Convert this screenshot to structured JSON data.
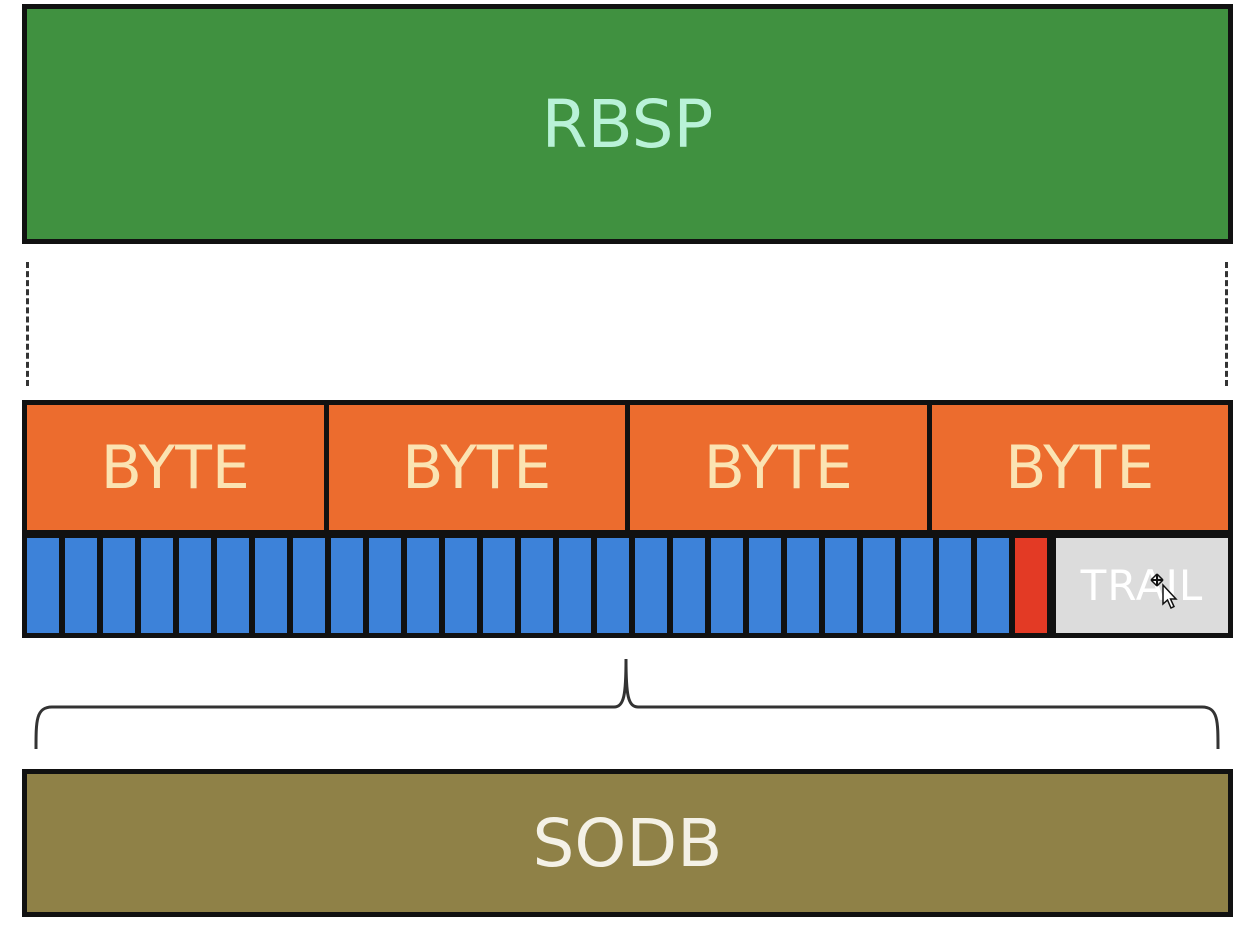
{
  "top_block": {
    "label": "RBSP",
    "color": "#409140"
  },
  "bytes": {
    "labels": [
      "BYTE",
      "BYTE",
      "BYTE",
      "BYTE"
    ],
    "color": "#ec6c2e"
  },
  "bits": {
    "data_bit_count": 26,
    "data_bit_color": "#3d82d9",
    "stop_bit_color": "#e33a25",
    "trail_label": "TRAIL",
    "trail_color": "#dcdcdc"
  },
  "bottom_block": {
    "label": "SODB",
    "color": "#8f8147"
  }
}
